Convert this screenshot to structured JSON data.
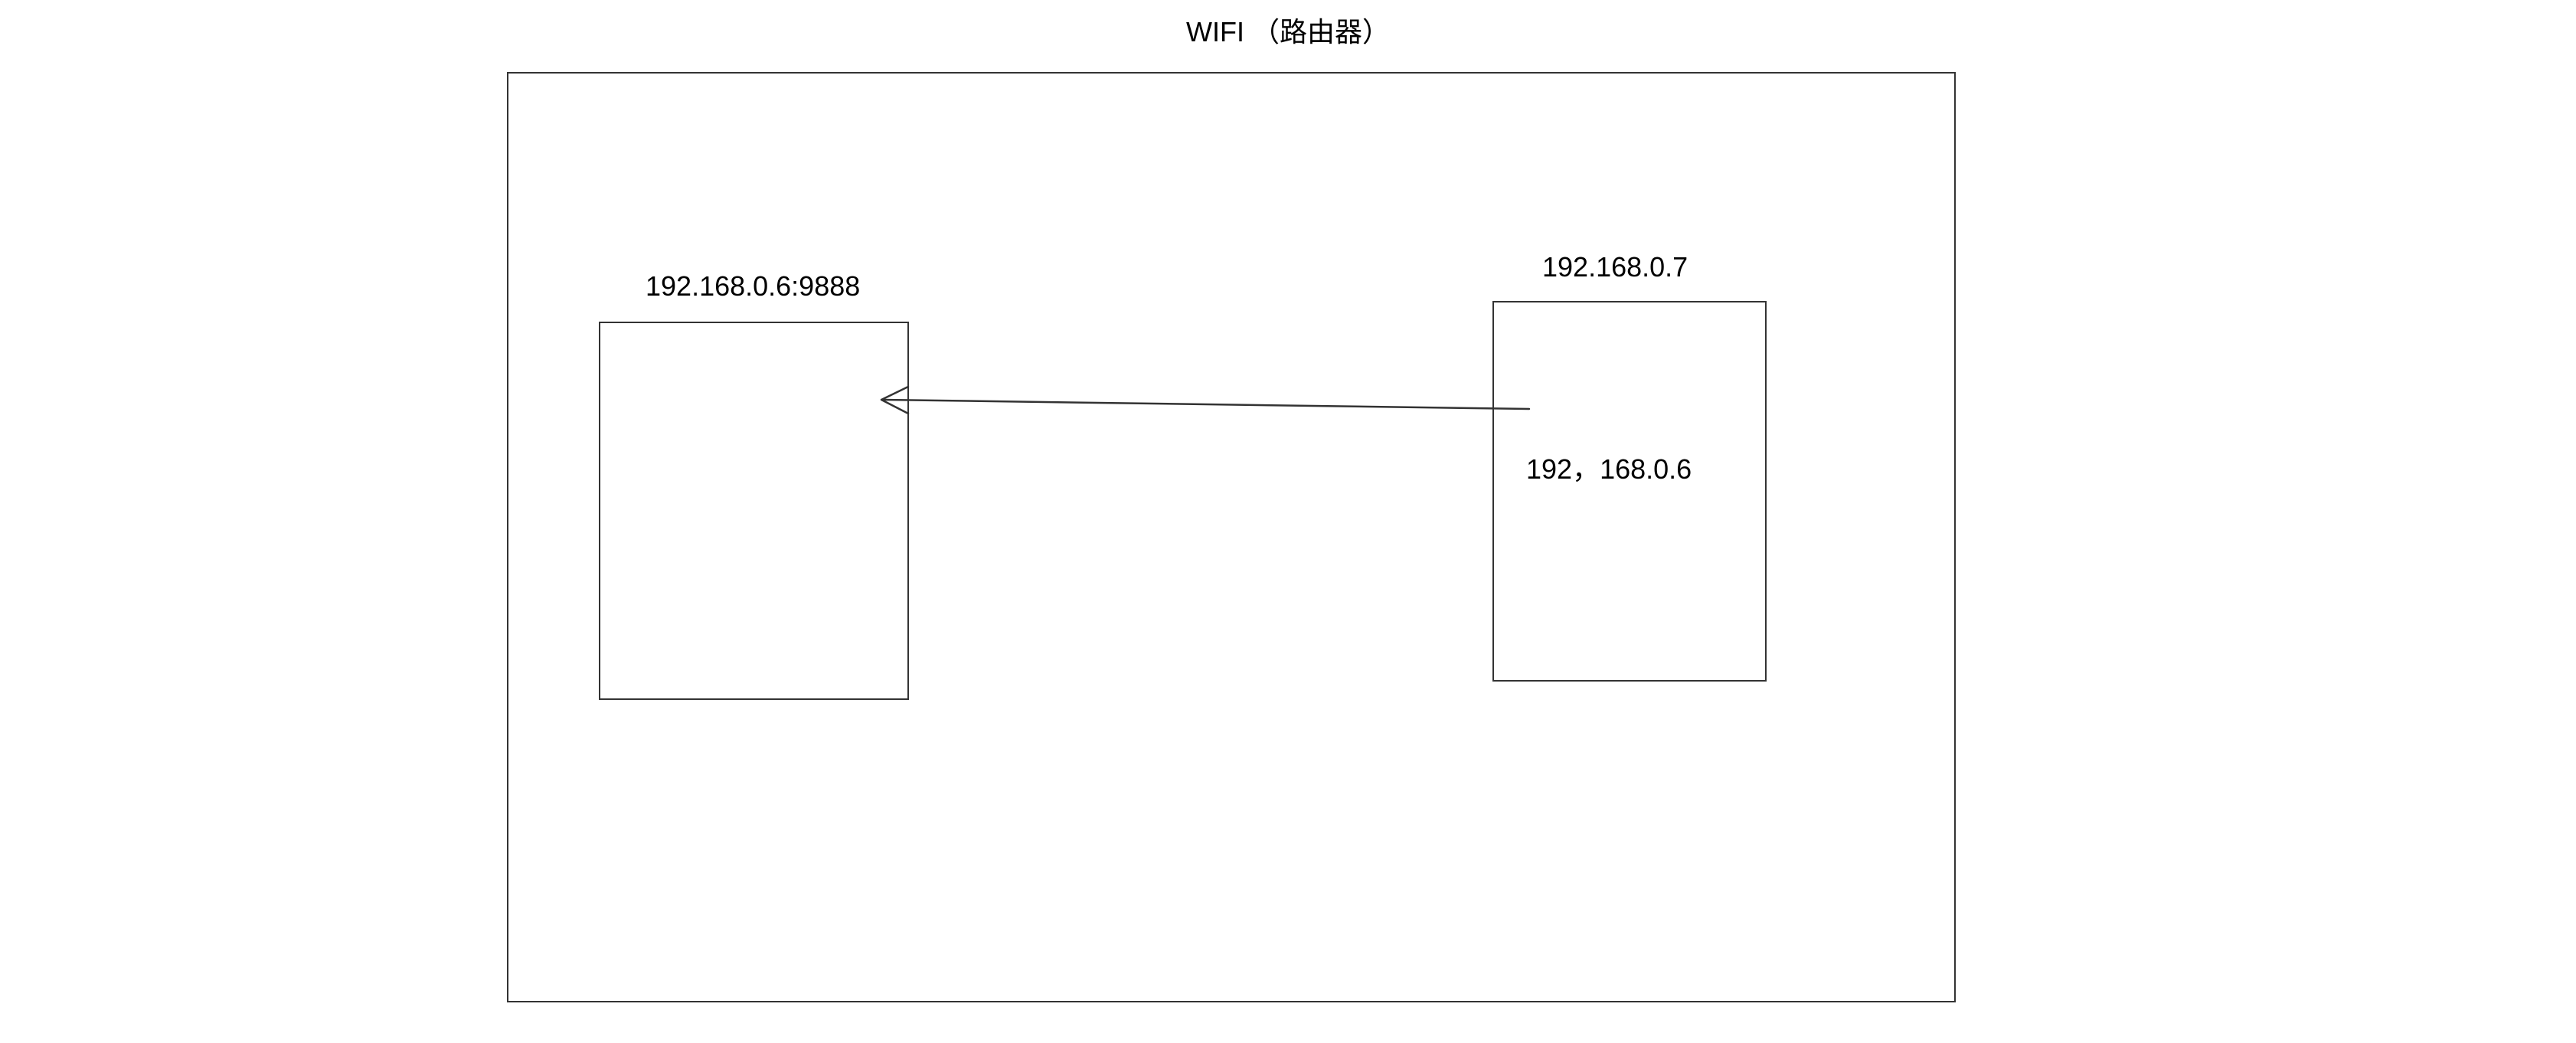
{
  "diagram": {
    "title": "WIFI （路由器）",
    "left_node": {
      "label": "192.168.0.6:9888"
    },
    "right_node": {
      "label": "192.168.0.7",
      "inner_text": "192，168.0.6"
    },
    "edge": {
      "from": "192.168.0.7",
      "to": "192.168.0.6:9888",
      "style": "open-arrowhead",
      "direction": "right-to-left"
    },
    "colors": {
      "background": "#ffffff",
      "stroke": "#333333",
      "text": "#000000"
    }
  }
}
